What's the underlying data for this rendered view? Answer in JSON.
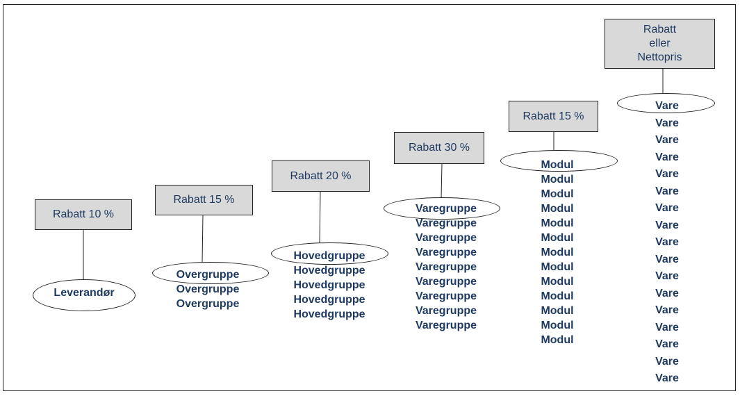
{
  "colors": {
    "text": "#1f3a60",
    "box_fill": "#d9d9d9",
    "stroke": "#222222"
  },
  "steps": [
    {
      "box": "Rabatt 10 %",
      "items": [
        "Leverandør"
      ]
    },
    {
      "box": "Rabatt 15 %",
      "items": [
        "Overgruppe",
        "Overgruppe",
        "Overgruppe"
      ]
    },
    {
      "box": "Rabatt 20 %",
      "items": [
        "Hovedgruppe",
        "Hovedgruppe",
        "Hovedgruppe",
        "Hovedgruppe",
        "Hovedgruppe"
      ]
    },
    {
      "box": "Rabatt 30 %",
      "items": [
        "Varegruppe",
        "Varegruppe",
        "Varegruppe",
        "Varegruppe",
        "Varegruppe",
        "Varegruppe",
        "Varegruppe",
        "Varegruppe",
        "Varegruppe"
      ]
    },
    {
      "box": "Rabatt 15 %",
      "items": [
        "Modul",
        "Modul",
        "Modul",
        "Modul",
        "Modul",
        "Modul",
        "Modul",
        "Modul",
        "Modul",
        "Modul",
        "Modul",
        "Modul",
        "Modul"
      ]
    },
    {
      "box_lines": [
        "Rabatt",
        "eller",
        "Nettopris"
      ],
      "items": [
        "Vare",
        "Vare",
        "Vare",
        "Vare",
        "Vare",
        "Vare",
        "Vare",
        "Vare",
        "Vare",
        "Vare",
        "Vare",
        "Vare",
        "Vare",
        "Vare",
        "Vare",
        "Vare",
        "Vare"
      ]
    }
  ]
}
